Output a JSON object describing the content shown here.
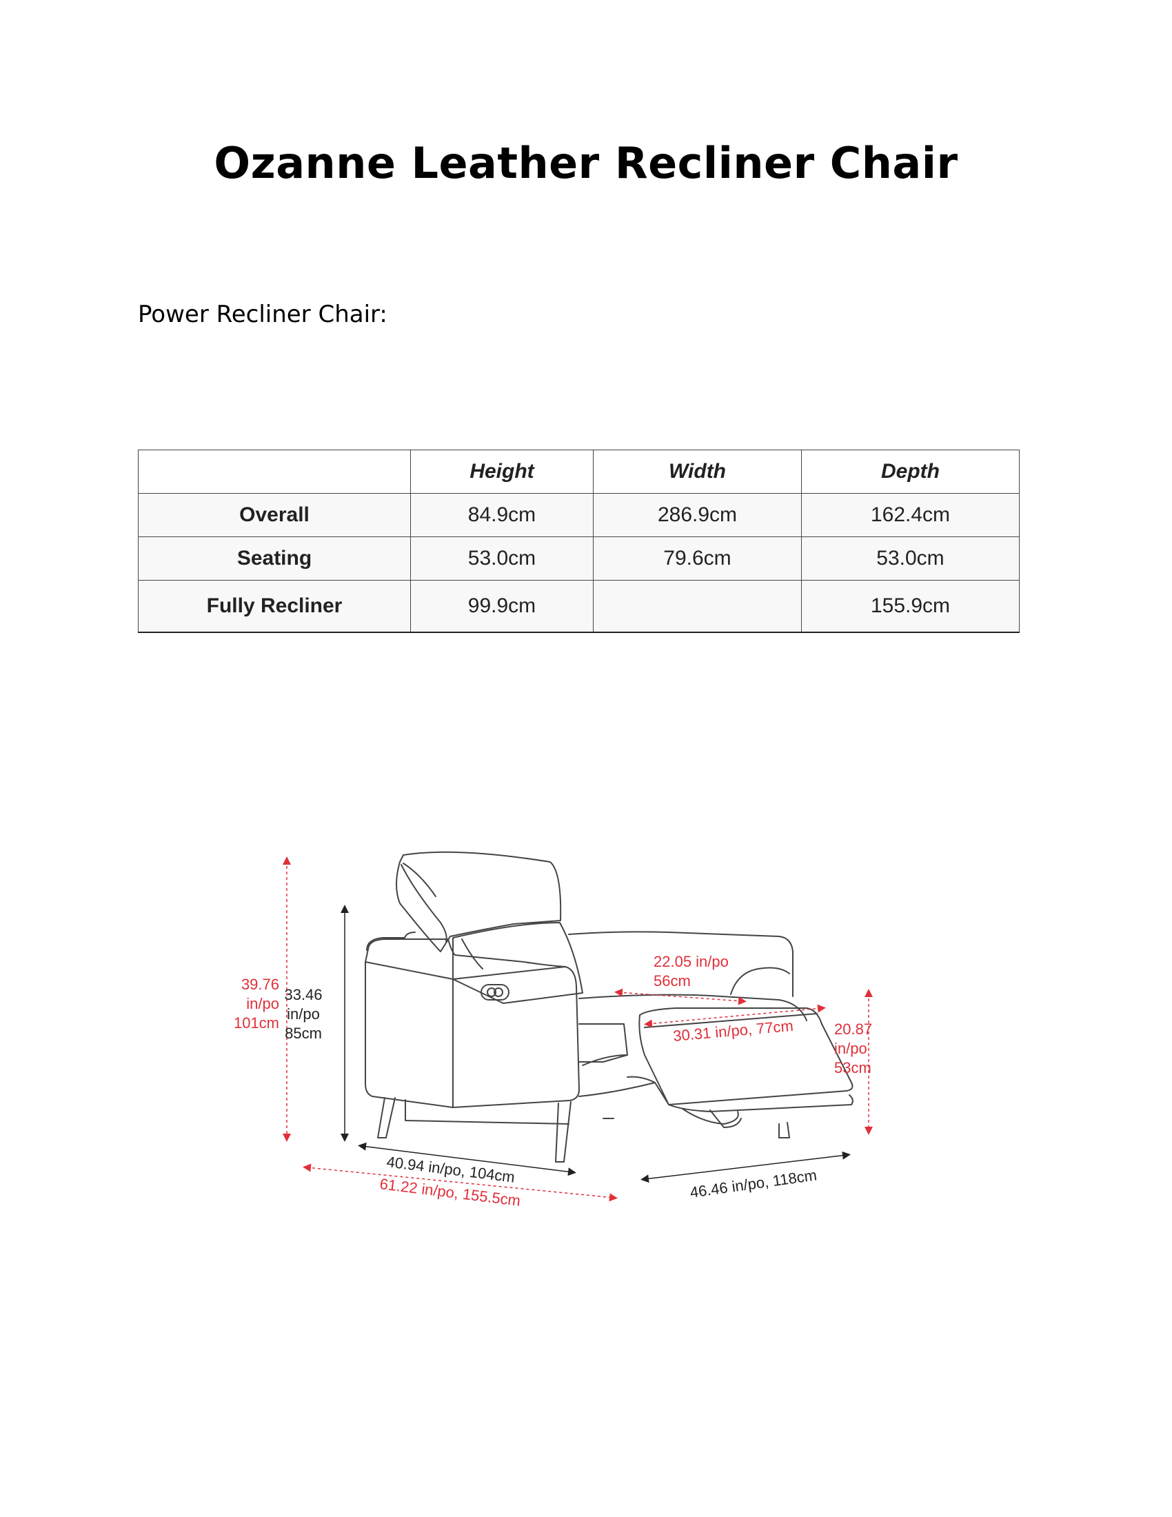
{
  "title": "Ozanne Leather Recliner Chair",
  "subtitle": "Power Recliner Chair:",
  "table": {
    "headers": [
      "",
      "Height",
      "Width",
      "Depth"
    ],
    "rows": [
      {
        "label": "Overall",
        "height": "84.9cm",
        "width": "286.9cm",
        "depth": "162.4cm"
      },
      {
        "label": "Seating",
        "height": "53.0cm",
        "width": "79.6cm",
        "depth": "53.0cm"
      },
      {
        "label": "Fully Recliner",
        "height": "99.9cm",
        "width": "",
        "depth": "155.9cm"
      }
    ]
  },
  "diagram": {
    "total_height": [
      "39.76",
      "in/po",
      "101cm"
    ],
    "back_height": [
      "33.46",
      "in/po",
      "85cm"
    ],
    "seat_width": [
      "22.05 in/po",
      "56cm"
    ],
    "footrest_length": "30.31 in/po, 77cm",
    "seat_height": [
      "20.87",
      "in/po",
      "53cm"
    ],
    "width": "40.94 in/po, 104cm",
    "reclined_depth": "61.22 in/po, 155.5cm",
    "depth": "46.46 in/po, 118cm",
    "colors": {
      "dimension_red": "#e0303a",
      "line": "#333333"
    }
  }
}
